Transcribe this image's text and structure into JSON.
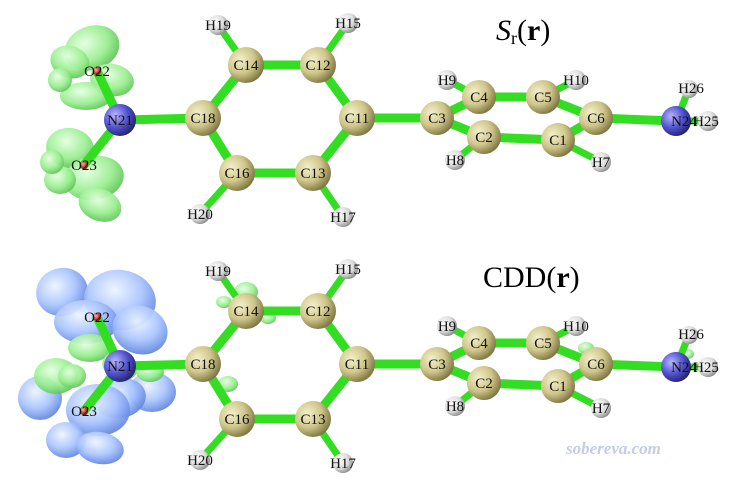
{
  "panels": [
    {
      "id": "sr",
      "title_main": "S",
      "title_sub": "r",
      "title_paren_open": "(",
      "title_bold": "r",
      "title_paren_close": ")",
      "iso_colors": [
        "#8ef086"
      ],
      "atoms": [
        {
          "label": "H19",
          "type": "H"
        },
        {
          "label": "H15",
          "type": "H"
        },
        {
          "label": "C14",
          "type": "C"
        },
        {
          "label": "C12",
          "type": "C"
        },
        {
          "label": "N21",
          "type": "N"
        },
        {
          "label": "C18",
          "type": "C"
        },
        {
          "label": "C11",
          "type": "C"
        },
        {
          "label": "C3",
          "type": "C"
        },
        {
          "label": "C4",
          "type": "C"
        },
        {
          "label": "C5",
          "type": "C"
        },
        {
          "label": "C6",
          "type": "C"
        },
        {
          "label": "C2",
          "type": "C"
        },
        {
          "label": "C1",
          "type": "C"
        },
        {
          "label": "N24",
          "type": "N"
        },
        {
          "label": "H9",
          "type": "H"
        },
        {
          "label": "H10",
          "type": "H"
        },
        {
          "label": "H26",
          "type": "H"
        },
        {
          "label": "H25",
          "type": "H"
        },
        {
          "label": "H8",
          "type": "H"
        },
        {
          "label": "H7",
          "type": "H"
        },
        {
          "label": "C16",
          "type": "C"
        },
        {
          "label": "C13",
          "type": "C"
        },
        {
          "label": "H20",
          "type": "H"
        },
        {
          "label": "H17",
          "type": "H"
        },
        {
          "label": "O22",
          "type": "O"
        },
        {
          "label": "O23",
          "type": "O"
        }
      ]
    },
    {
      "id": "cdd",
      "title_main": "CDD",
      "title_sub": "",
      "title_paren_open": "(",
      "title_bold": "r",
      "title_paren_close": ")",
      "iso_colors": [
        "#a9c8ff",
        "#8ef086"
      ],
      "atoms": [
        {
          "label": "H19",
          "type": "H"
        },
        {
          "label": "H15",
          "type": "H"
        },
        {
          "label": "C14",
          "type": "C"
        },
        {
          "label": "C12",
          "type": "C"
        },
        {
          "label": "N21",
          "type": "N"
        },
        {
          "label": "C18",
          "type": "C"
        },
        {
          "label": "C11",
          "type": "C"
        },
        {
          "label": "C3",
          "type": "C"
        },
        {
          "label": "C4",
          "type": "C"
        },
        {
          "label": "C5",
          "type": "C"
        },
        {
          "label": "C6",
          "type": "C"
        },
        {
          "label": "C2",
          "type": "C"
        },
        {
          "label": "C1",
          "type": "C"
        },
        {
          "label": "N24",
          "type": "N"
        },
        {
          "label": "H9",
          "type": "H"
        },
        {
          "label": "H10",
          "type": "H"
        },
        {
          "label": "H26",
          "type": "H"
        },
        {
          "label": "H25",
          "type": "H"
        },
        {
          "label": "H8",
          "type": "H"
        },
        {
          "label": "H7",
          "type": "H"
        },
        {
          "label": "C16",
          "type": "C"
        },
        {
          "label": "C13",
          "type": "C"
        },
        {
          "label": "H20",
          "type": "H"
        },
        {
          "label": "H17",
          "type": "H"
        },
        {
          "label": "O22",
          "type": "O"
        },
        {
          "label": "O23",
          "type": "O"
        }
      ]
    }
  ],
  "atom_colors": {
    "C": "#d4cc90",
    "H": "#e6e6e6",
    "N": "#5b5bd8",
    "O": "#e05050"
  },
  "bond_color": "#33dd22",
  "watermark": "sobereva.com"
}
